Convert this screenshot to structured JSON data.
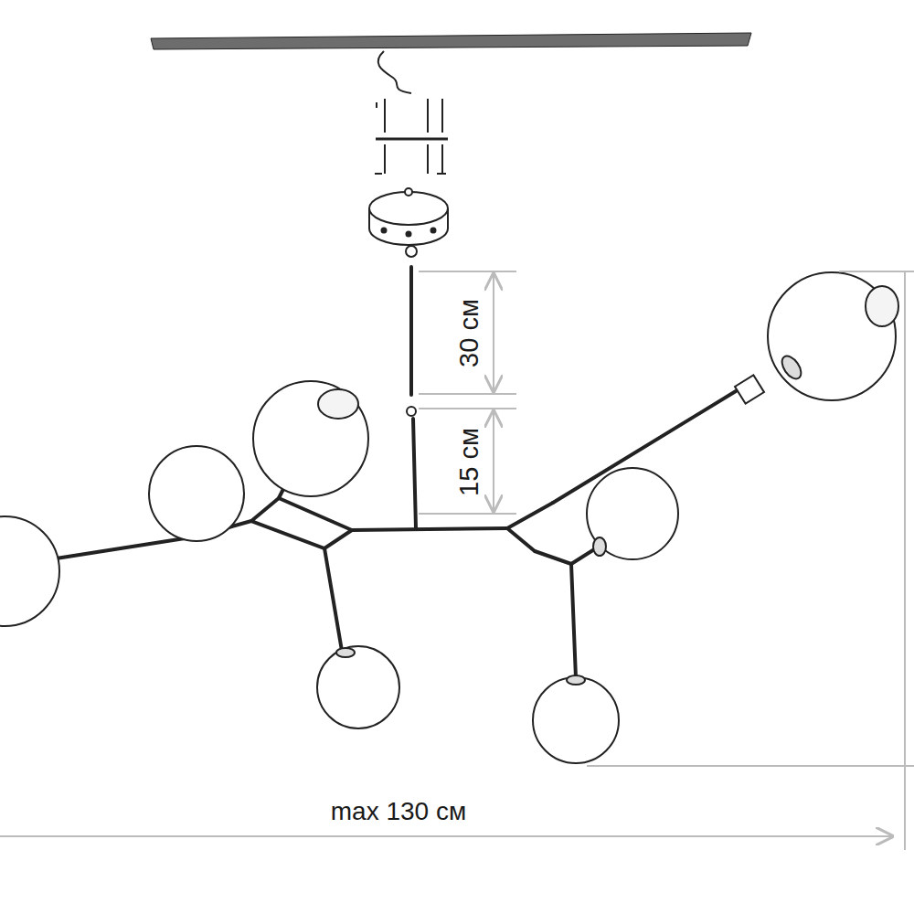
{
  "diagram": {
    "labels": [
      "30 см",
      "15 см",
      "max 130 см"
    ]
  }
}
